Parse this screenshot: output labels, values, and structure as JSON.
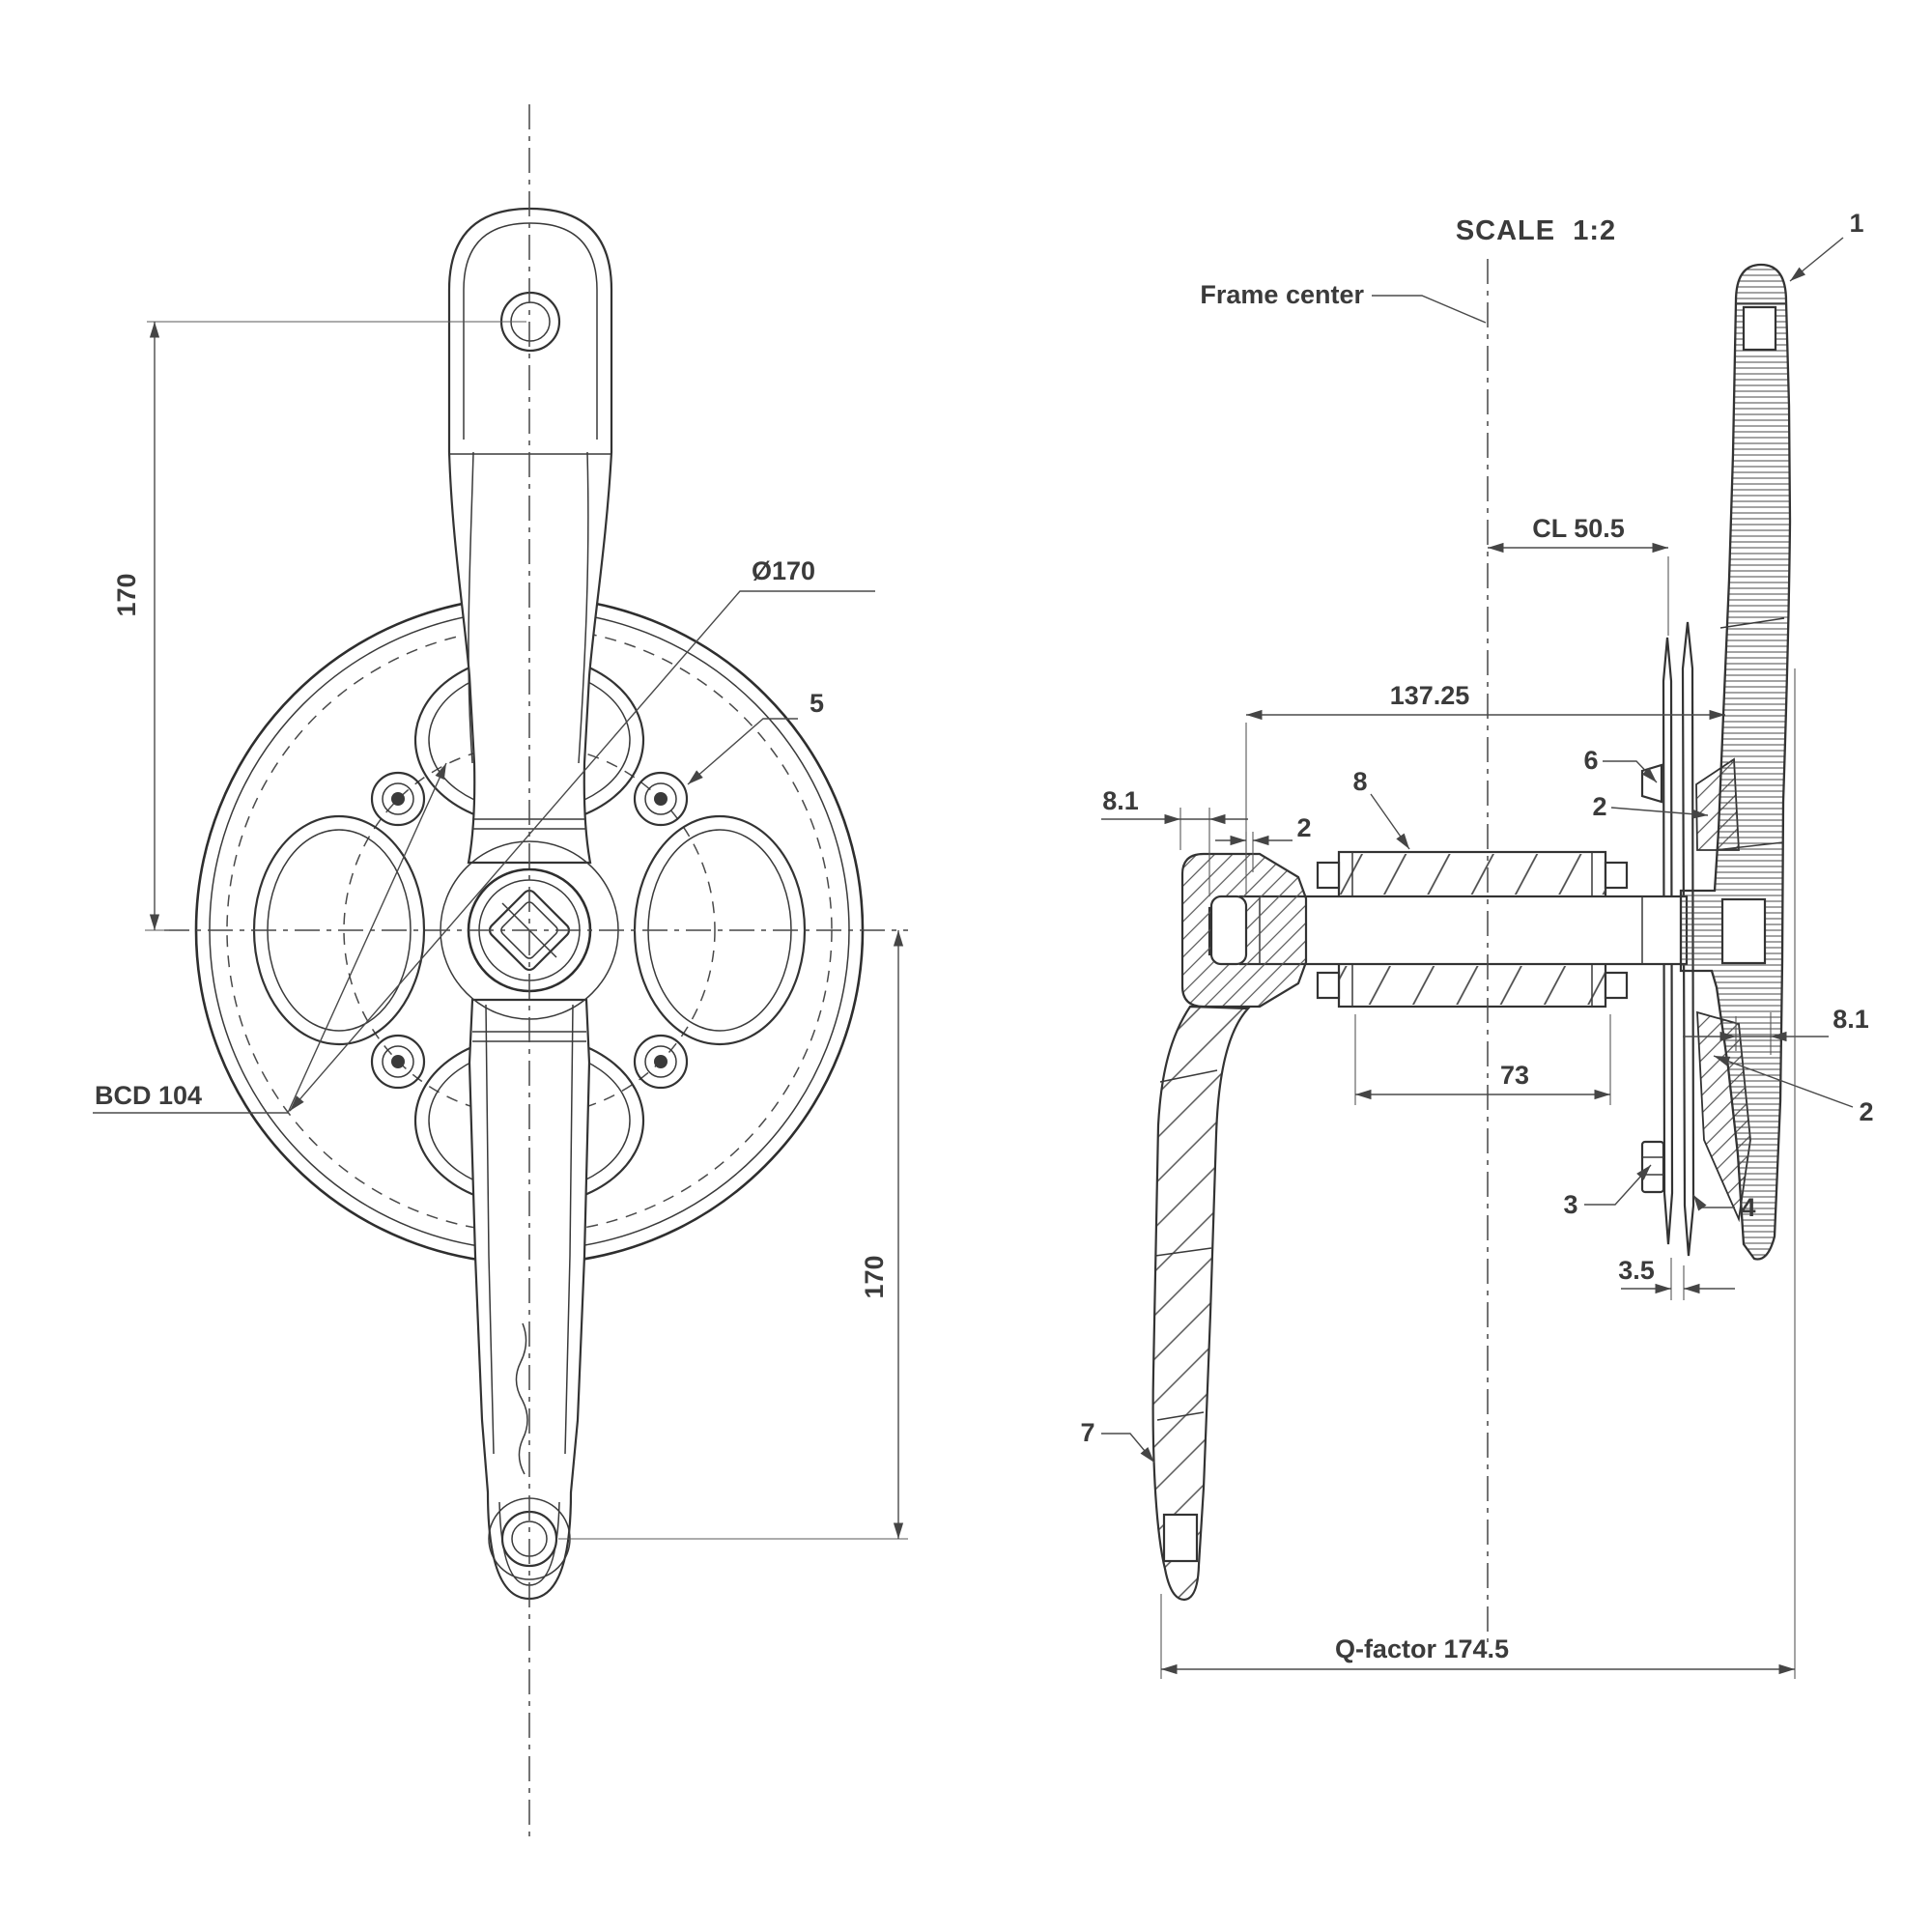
{
  "title": "Crankset technical drawing",
  "scale_label": "SCALE  1:2",
  "front_view": {
    "dim_crank_top": "170",
    "dim_crank_bottom": "170",
    "dim_pitch_diameter": "Ø170",
    "dim_bcd": "BCD 104",
    "callout_bolt": "5"
  },
  "side_view": {
    "label_frame_center": "Frame center",
    "dim_chain_line": "CL 50.5",
    "dim_spindle_width": "137.25",
    "dim_bb_width": "73",
    "dim_left_offset": "8.1",
    "dim_right_offset": "8.1",
    "dim_left_gap": "2",
    "dim_ring_gap": "3.5",
    "dim_q_factor": "Q-factor 174.5",
    "callout_right_crank": "1",
    "callout_chainring_upper": "2",
    "callout_chainring_lower": "2",
    "callout_inner_bolt": "3",
    "callout_outer_plate": "4",
    "callout_nut": "6",
    "callout_left_crank": "7",
    "callout_bb_shell": "8"
  }
}
